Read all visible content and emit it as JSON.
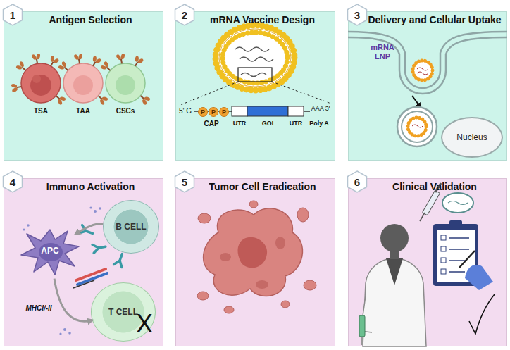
{
  "diagram": {
    "nodes": [
      {
        "text": [
          "Antigen Selection"
        ]
      },
      {
        "text": [
          "1"
        ],
        "in": 0
      },
      {
        "text": [
          "mRNA Vaccine Design"
        ]
      },
      {
        "text": [
          "2"
        ],
        "in": 2
      },
      {
        "text": [
          "P"
        ],
        "in": 2
      },
      {
        "text": [
          "P"
        ],
        "in": 2
      },
      {
        "text": [
          "P"
        ],
        "in": 2
      },
      {
        "text": [
          "Delivery and Cellular Uptake"
        ]
      },
      {
        "text": [
          "3"
        ],
        "in": 7
      },
      {
        "text": [
          "Nucleus"
        ],
        "in": 7
      },
      {
        "text": [
          "Immuno Activation"
        ]
      },
      {
        "text": [
          "4"
        ],
        "in": 10
      },
      {
        "text": [
          "APC"
        ],
        "in": 10
      },
      {
        "text": [
          "B CELL"
        ],
        "in": 10
      },
      {
        "text": [
          "T CELL"
        ],
        "in": 10
      },
      {
        "text": [
          "Tumor Cell Eradication"
        ]
      },
      {
        "text": [
          "5"
        ],
        "in": 15
      },
      {
        "text": [
          "Clinical Validation"
        ]
      },
      {
        "text": [
          "6"
        ],
        "in": 17
      }
    ],
    "edges": [
      {
        "from": 13,
        "to": 12,
        "arrow": "to"
      },
      {
        "from": 12,
        "to": 14,
        "arrow": "to"
      }
    ],
    "labels": [
      "TSA",
      "TAA",
      "CSCs",
      "5' G",
      "CAP",
      "UTR",
      "GOI",
      "UTR",
      "Poly A",
      "AAA 3'",
      "mRNA",
      "LNP",
      "MHCI/-II",
      "X"
    ]
  }
}
